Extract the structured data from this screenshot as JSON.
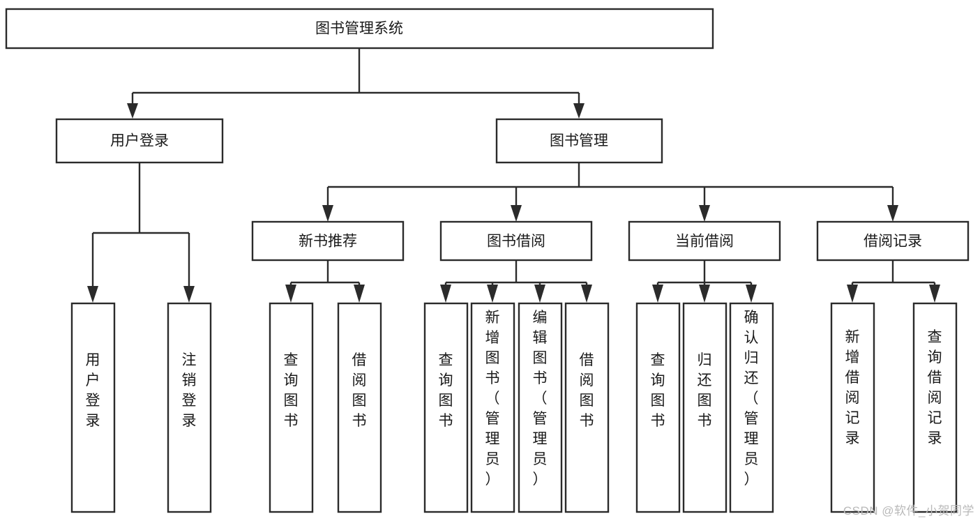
{
  "diagram": {
    "type": "tree",
    "title": "图书管理系统",
    "orientation": "top-down",
    "colors": {
      "box_fill": "#ffffff",
      "box_stroke": "#2b2b2b",
      "connector": "#2b2b2b",
      "label": "#1a1a1a",
      "watermark": "#b9b9b9",
      "background": "#ffffff"
    },
    "root": {
      "id": "root",
      "label": "图书管理系统",
      "orientation": "horizontal"
    },
    "level2": [
      {
        "id": "user-login",
        "label": "用户登录",
        "orientation": "horizontal"
      },
      {
        "id": "book-manage",
        "label": "图书管理",
        "orientation": "horizontal"
      }
    ],
    "level3": [
      {
        "id": "new-book-recommend",
        "label": "新书推荐",
        "orientation": "horizontal",
        "parent": "book-manage"
      },
      {
        "id": "book-borrow",
        "label": "图书借阅",
        "orientation": "horizontal",
        "parent": "book-manage"
      },
      {
        "id": "current-borrow",
        "label": "当前借阅",
        "orientation": "horizontal",
        "parent": "book-manage"
      },
      {
        "id": "borrow-record",
        "label": "借阅记录",
        "orientation": "horizontal",
        "parent": "book-manage"
      }
    ],
    "leaves": [
      {
        "id": "leaf-user-login",
        "label": "用户登录",
        "orientation": "vertical",
        "parent": "user-login"
      },
      {
        "id": "leaf-logout",
        "label": "注销登录",
        "orientation": "vertical",
        "parent": "user-login"
      },
      {
        "id": "leaf-query-book-1",
        "label": "查询图书",
        "orientation": "vertical",
        "parent": "new-book-recommend"
      },
      {
        "id": "leaf-borrow-book-1",
        "label": "借阅图书",
        "orientation": "vertical",
        "parent": "new-book-recommend"
      },
      {
        "id": "leaf-query-book-2",
        "label": "查询图书",
        "orientation": "vertical",
        "parent": "book-borrow"
      },
      {
        "id": "leaf-add-book",
        "label": "新增图书（管理员）",
        "orientation": "vertical",
        "parent": "book-borrow"
      },
      {
        "id": "leaf-edit-book",
        "label": "编辑图书（管理员）",
        "orientation": "vertical",
        "parent": "book-borrow"
      },
      {
        "id": "leaf-borrow-book-2",
        "label": "借阅图书",
        "orientation": "vertical",
        "parent": "book-borrow"
      },
      {
        "id": "leaf-query-book-3",
        "label": "查询图书",
        "orientation": "vertical",
        "parent": "current-borrow"
      },
      {
        "id": "leaf-return-book",
        "label": "归还图书",
        "orientation": "vertical",
        "parent": "current-borrow"
      },
      {
        "id": "leaf-confirm-return",
        "label": "确认归还（管理员）",
        "orientation": "vertical",
        "parent": "current-borrow"
      },
      {
        "id": "leaf-add-record",
        "label": "新增借阅记录",
        "orientation": "vertical",
        "parent": "borrow-record"
      },
      {
        "id": "leaf-query-record",
        "label": "查询借阅记录",
        "orientation": "vertical",
        "parent": "borrow-record"
      }
    ]
  },
  "watermark": {
    "text": "CSDN @软件_小贺同学"
  }
}
